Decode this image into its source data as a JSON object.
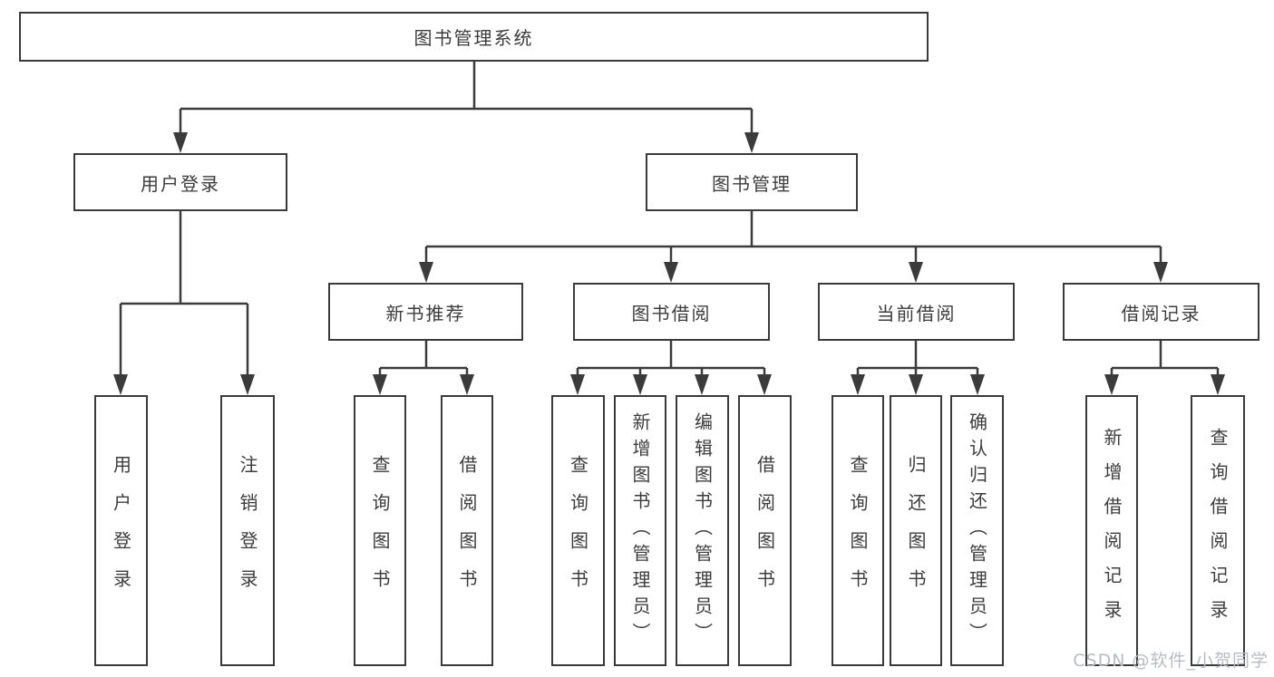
{
  "diagram_title": "图书管理系统",
  "nodes": {
    "root": "图书管理系统",
    "user_login": "用户登录",
    "book_management": "图书管理",
    "new_book_recommend": "新书推荐",
    "book_borrow": "图书借阅",
    "current_borrow": "当前借阅",
    "borrow_records": "借阅记录",
    "leaf_user_login": "用户登录",
    "leaf_logout": "注销登录",
    "leaf_nb_query_books": "查询图书",
    "leaf_nb_borrow_books": "借阅图书",
    "leaf_bb_query_books": "查询图书",
    "leaf_bb_add_books": "新增图书（管理员）",
    "leaf_bb_edit_books": "编辑图书（管理员）",
    "leaf_bb_borrow_books": "借阅图书",
    "leaf_cb_query_books": "查询图书",
    "leaf_cb_return_books": "归还图书",
    "leaf_cb_confirm_return": "确认归还（管理员）",
    "leaf_br_add_record": "新增借阅记录",
    "leaf_br_query_record": "查询借阅记录"
  },
  "watermark": "CSDN @软件_小贺同学",
  "colors": {
    "line": "#3b3b3b",
    "box_border": "#3a3a3a",
    "text": "#3c3c3c",
    "watermark": "#b7bcc1",
    "background": "#ffffff"
  }
}
